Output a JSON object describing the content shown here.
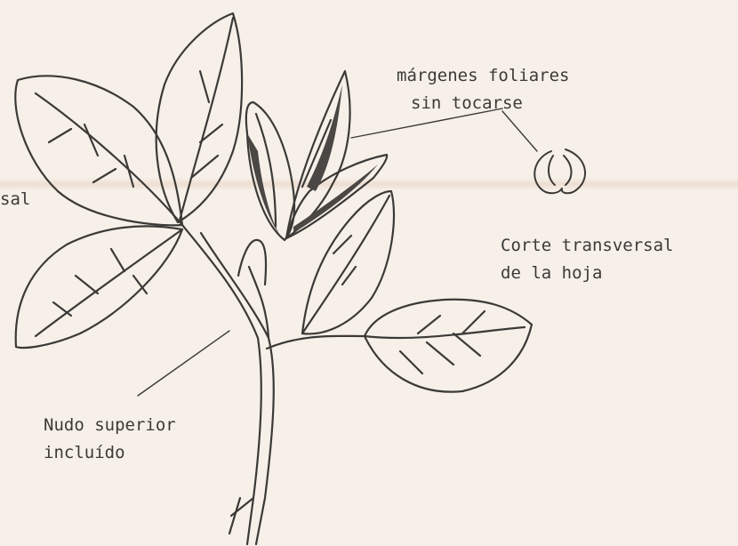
{
  "labels": {
    "cut_left": "sal",
    "margins_line1": "márgenes foliares",
    "margins_line2": "sin tocarse",
    "section_line1": "Corte transversal",
    "section_line2": "de la hoja",
    "node_line1": "Nudo superior",
    "node_line2": "incluído"
  },
  "colors": {
    "paper": "#f6f0e9",
    "ink": "#3c3a37"
  }
}
